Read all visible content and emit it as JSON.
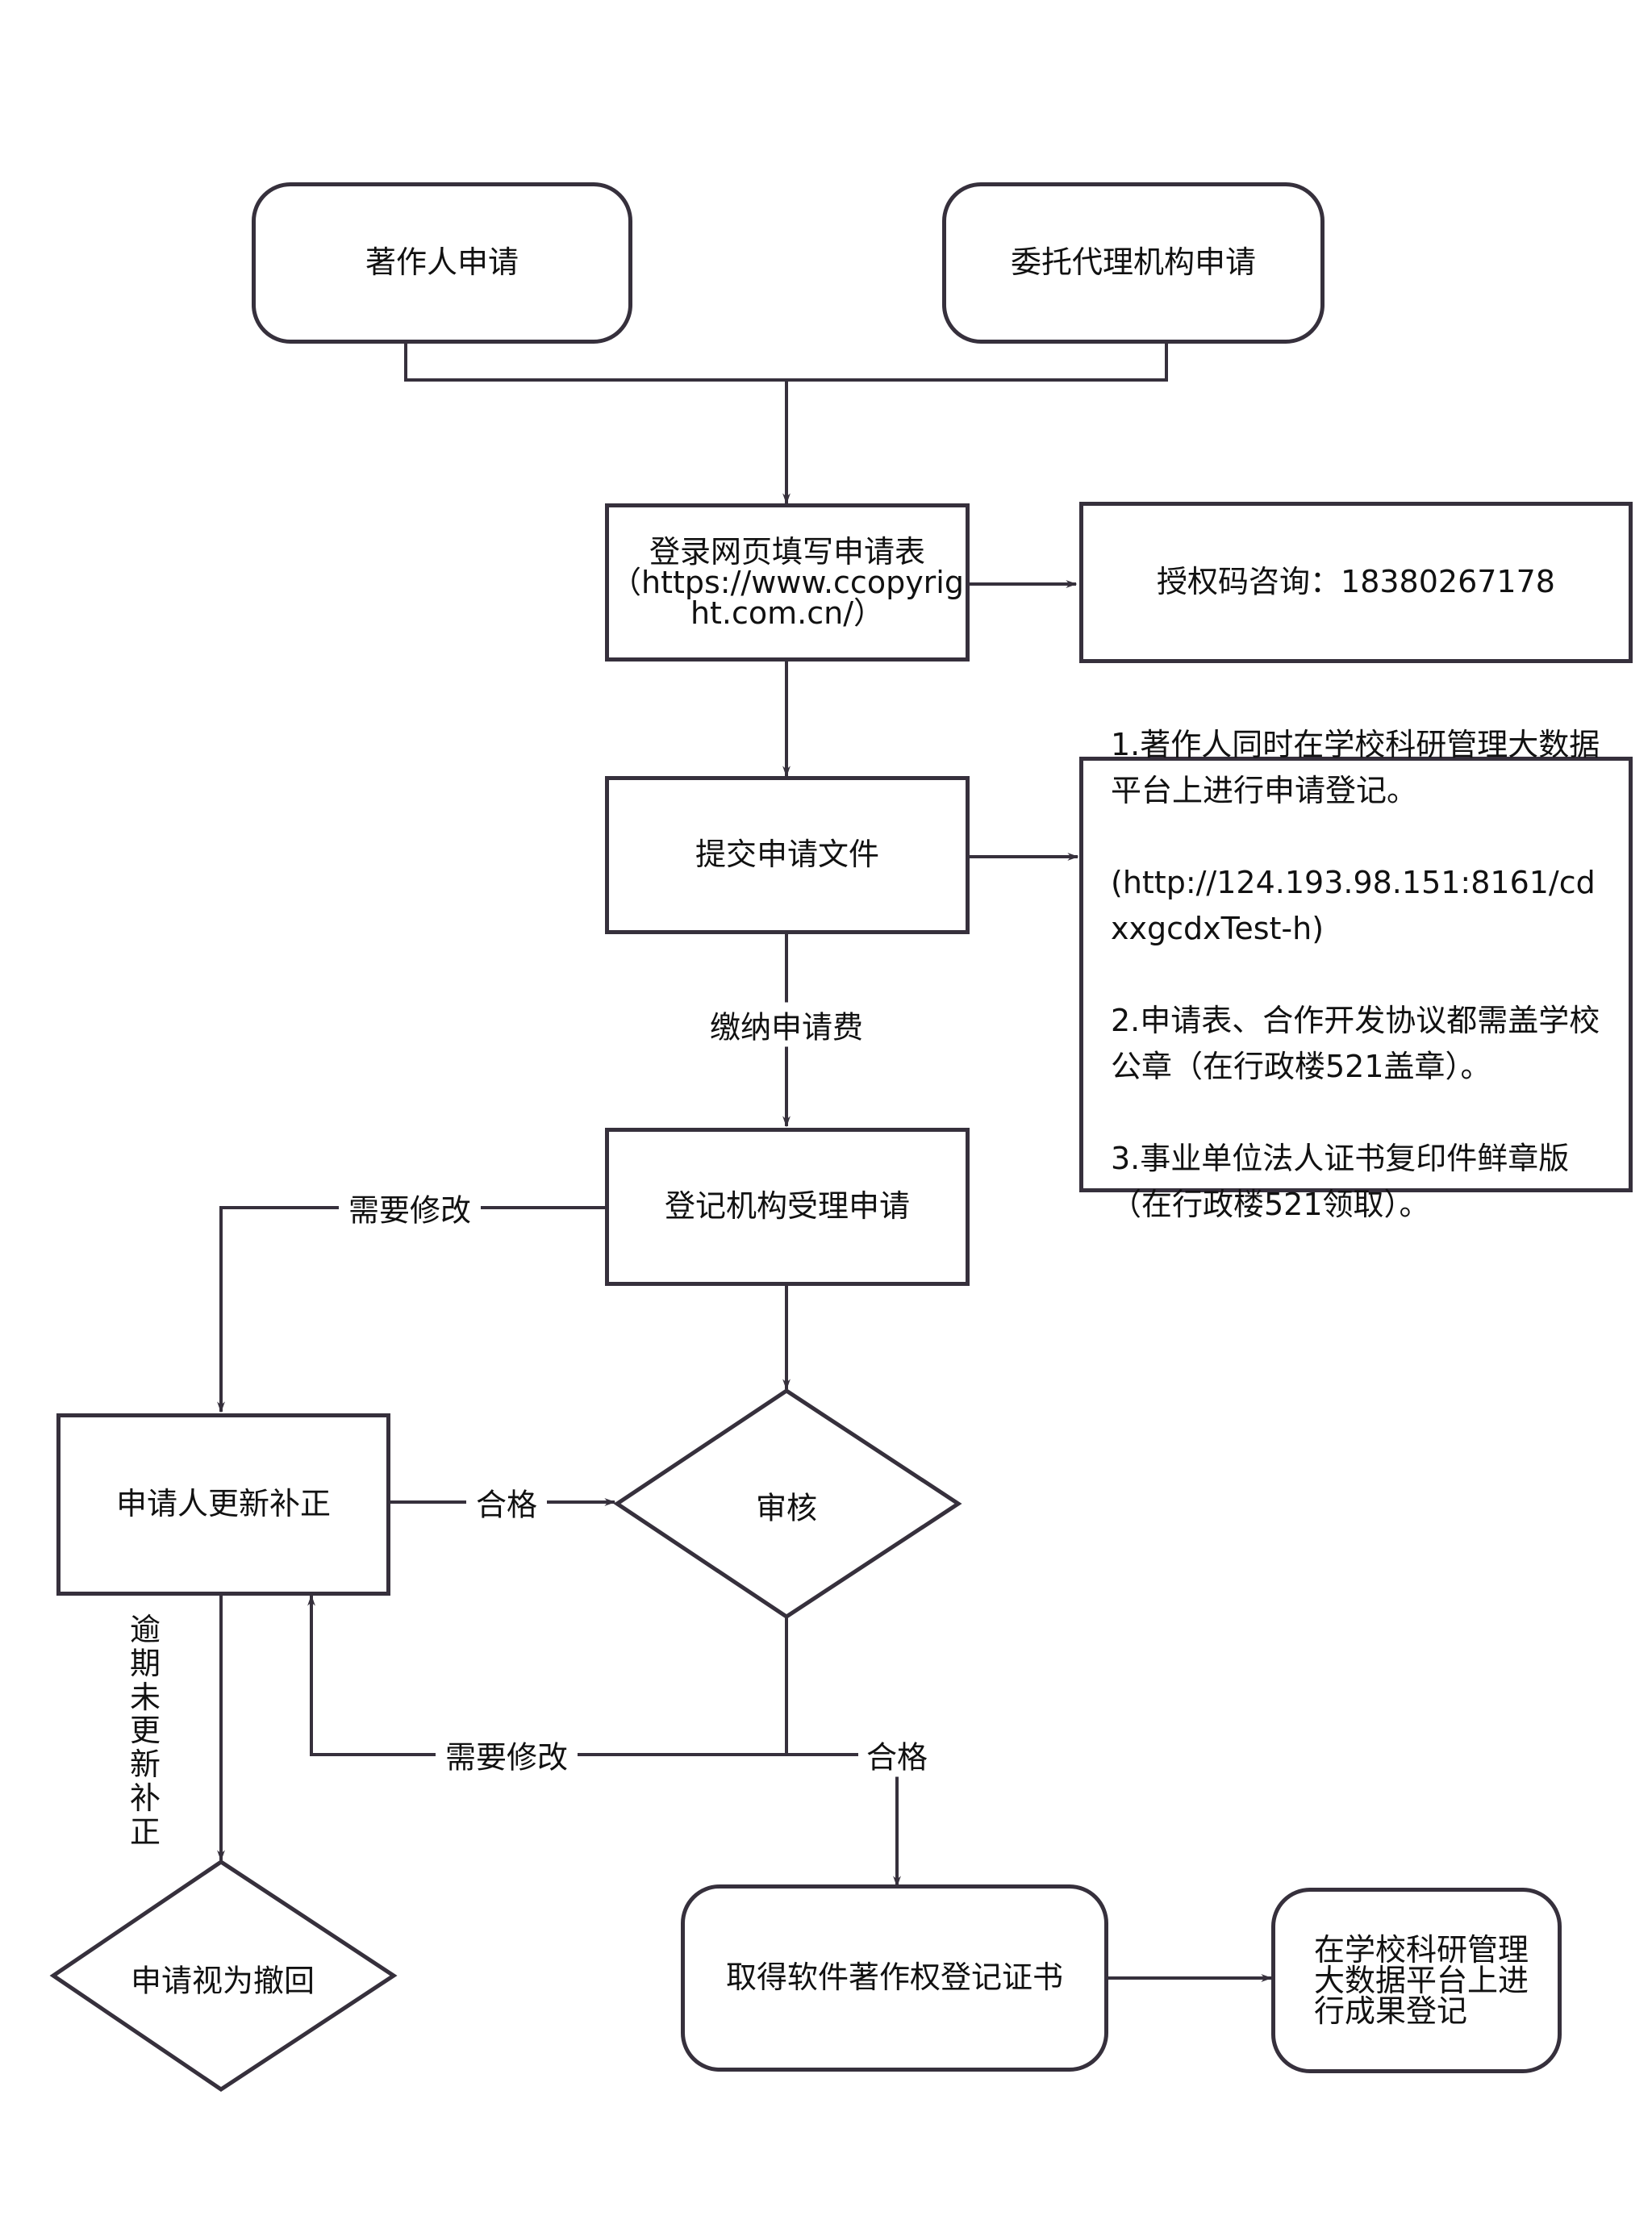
{
  "colors": {
    "stroke": "#36303c",
    "text": "#111111",
    "background": "#ffffff"
  },
  "nodes": {
    "author_apply": {
      "label": "著作人申请",
      "shape": "rounded-rect"
    },
    "agency_apply": {
      "label": "委托代理机构申请",
      "shape": "rounded-rect"
    },
    "fill_form": {
      "label": "登录网页填写申请表\n（https://www.ccopyrig\nht.com.cn/）",
      "shape": "rect"
    },
    "auth_code": {
      "label": "授权码咨询：18380267178",
      "shape": "rect"
    },
    "submit_docs": {
      "label": "提交申请文件",
      "shape": "rect"
    },
    "notes": {
      "shape": "rect",
      "lines": [
        "1.著作人同时在学校科研管理大数据平台上进行申请登记。",
        "(http://124.193.98.151:8161/cdxxgcdxTest-h)",
        "2.申请表、合作开发协议都需盖学校公章（在行政楼521盖章）。",
        "3.事业单位法人证书复印件鲜章版（在行政楼521领取）。"
      ]
    },
    "accept": {
      "label": "登记机构受理申请",
      "shape": "rect"
    },
    "review": {
      "label": "审核",
      "shape": "diamond"
    },
    "amend": {
      "label": "申请人更新补正",
      "shape": "rect"
    },
    "withdrawn": {
      "label": "申请视为撤回",
      "shape": "diamond"
    },
    "certificate": {
      "label": "取得软件著作权登记证书",
      "shape": "rounded-rect"
    },
    "register_result": {
      "label": "在学校科研管理\n大数据平台上进\n行成果登记",
      "shape": "rounded-rect"
    }
  },
  "edges": {
    "pay_fee": "缴纳申请费",
    "accept_needs_fix": "需要修改",
    "amend_pass": "合格",
    "review_needs_fix": "需要修改",
    "review_pass": "合格",
    "overdue": "逾期未更新补正"
  }
}
